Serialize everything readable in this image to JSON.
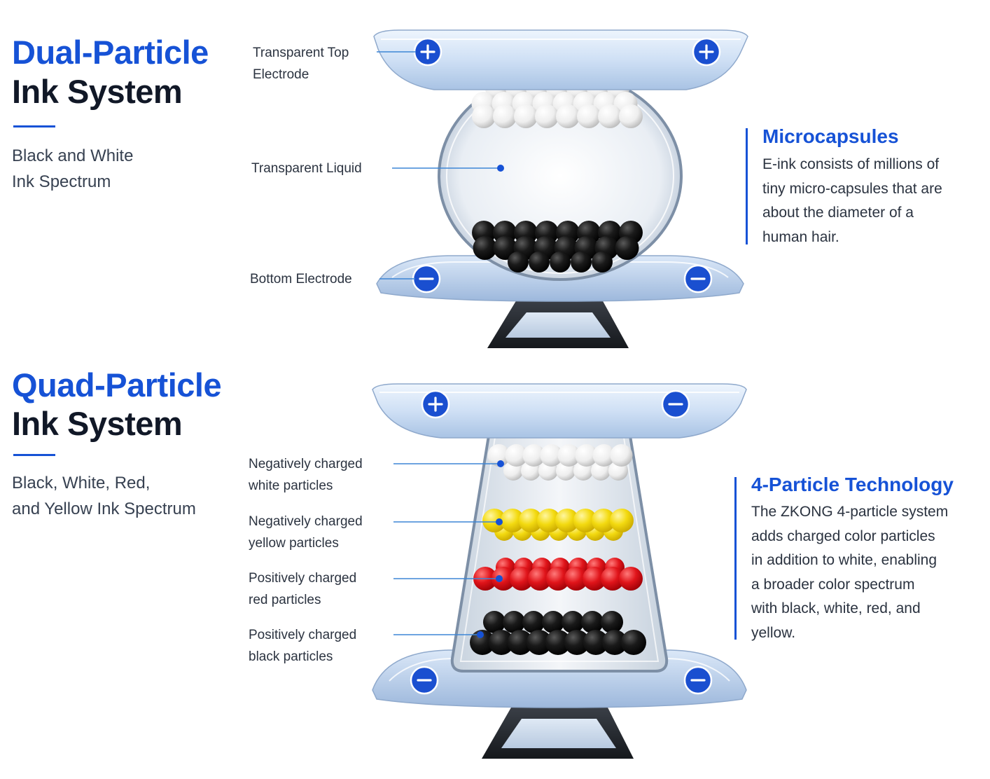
{
  "dual": {
    "title_line1": "Dual-Particle",
    "title_line2": "Ink System",
    "subtitle_lines": [
      "Black and White",
      "Ink Spectrum"
    ],
    "labels": {
      "top_electrode": [
        "Transparent Top",
        "Electrode"
      ],
      "liquid": [
        "Transparent Liquid"
      ],
      "bottom_electrode": [
        "Bottom Electrode"
      ]
    },
    "info": {
      "title": "Microcapsules",
      "lines": [
        "E-ink consists of millions of",
        "tiny micro-capsules that are",
        "about the diameter of a",
        "human hair."
      ]
    },
    "top_charges": [
      "+",
      "+"
    ],
    "bottom_charges": [
      "−",
      "−"
    ],
    "particle_layers": [
      "white",
      "black"
    ]
  },
  "quad": {
    "title_line1": "Quad-Particle",
    "title_line2": "Ink System",
    "subtitle_lines": [
      "Black, White, Red,",
      "and Yellow Ink Spectrum"
    ],
    "labels": {
      "white": [
        "Negatively charged",
        "white particles"
      ],
      "yellow": [
        "Negatively charged",
        "yellow particles"
      ],
      "red": [
        "Positively charged",
        "red particles"
      ],
      "black": [
        "Positively charged",
        "black particles"
      ]
    },
    "info": {
      "title": "4-Particle Technology",
      "lines": [
        "The ZKONG 4-particle system",
        "adds charged color particles",
        "in addition to white, enabling",
        "a broader color spectrum",
        "with black, white, red, and",
        "yellow."
      ]
    },
    "top_charges": [
      "+",
      "−"
    ],
    "bottom_charges": [
      "−",
      "−"
    ],
    "particle_layers": [
      "white",
      "yellow",
      "red",
      "black"
    ]
  },
  "colors": {
    "accent": "#1652d6",
    "white_particle": "#f4f4f4",
    "yellow_particle": "#f2d90c",
    "red_particle": "#e0141a",
    "black_particle": "#111111",
    "electrode": "#cfe0f5"
  }
}
